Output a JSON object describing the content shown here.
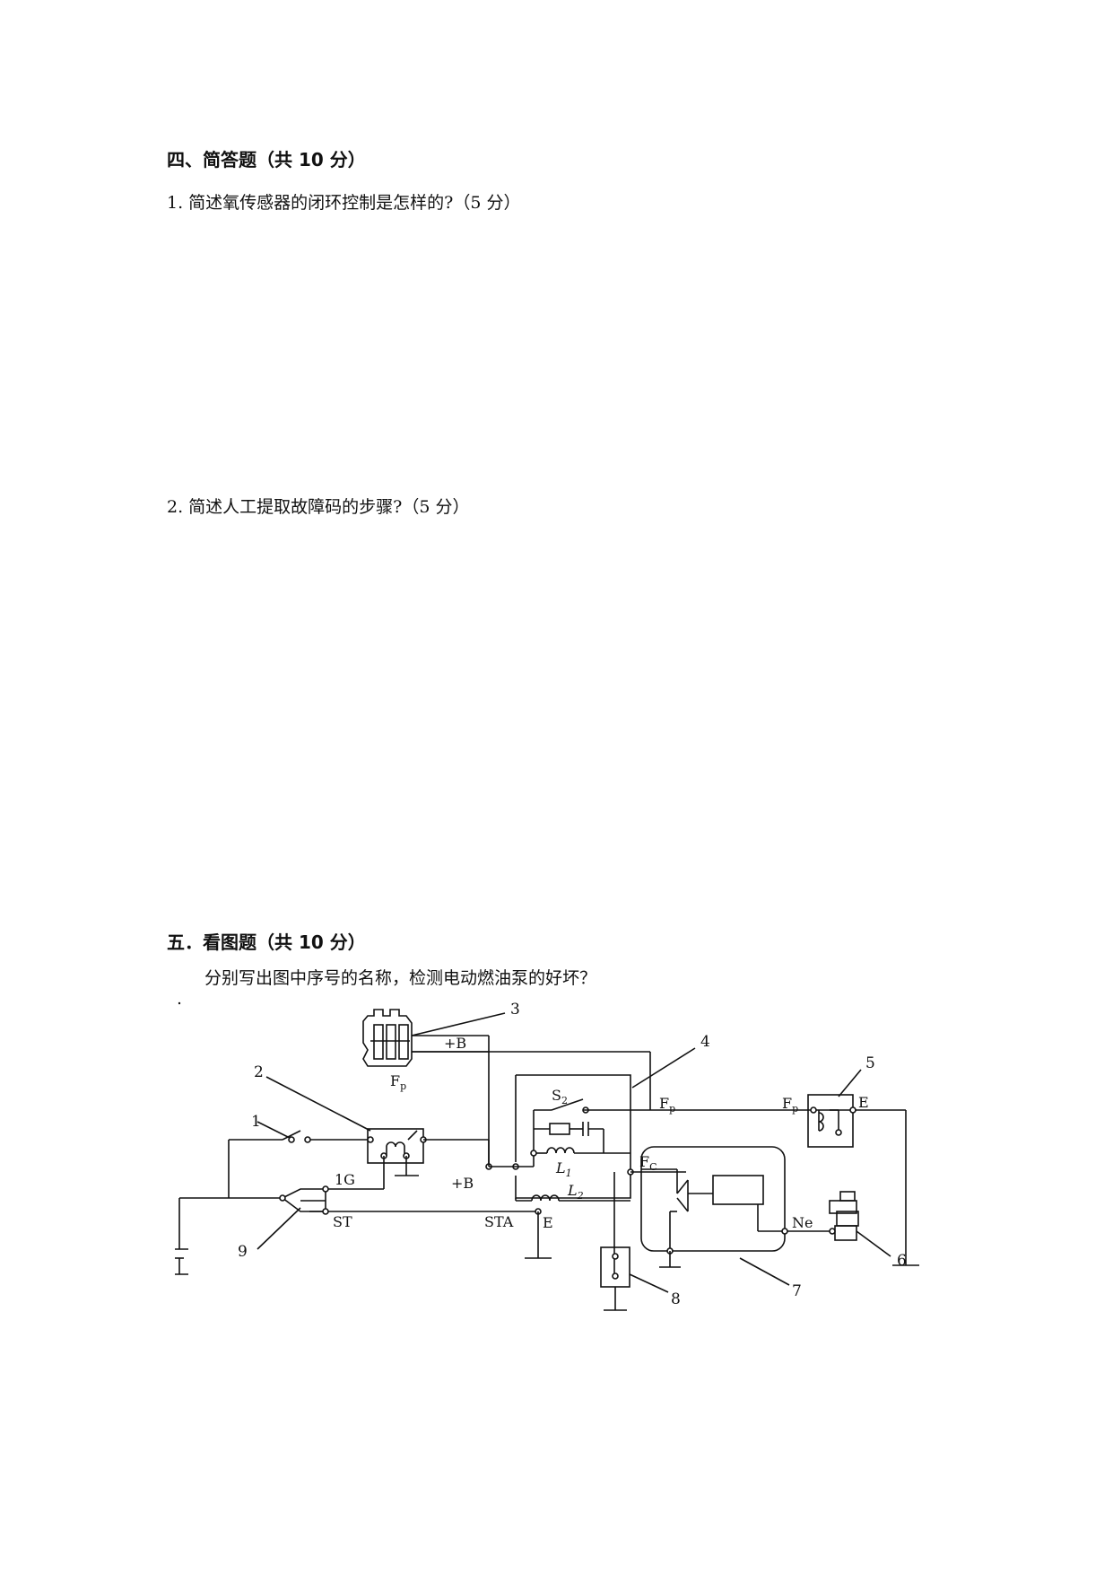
{
  "section4": {
    "heading": "四、简答题（共 10 分）",
    "q1": "1. 简述氧传感器的闭环控制是怎样的?（5 分）",
    "q2": "2. 简述人工提取故障码的步骤?（5 分）"
  },
  "section5": {
    "heading": "五．看图题（共 10 分）",
    "instruction": "分别写出图中序号的名称，检测电动燃油泵的好坏？"
  },
  "diagram": {
    "callouts": [
      "1",
      "2",
      "3",
      "4",
      "5",
      "6",
      "7",
      "8",
      "9"
    ],
    "labels": {
      "plus_b_top": "+B",
      "fp_top": "F",
      "fp_top_sub": "p",
      "s2": "S",
      "s2_sub": "2",
      "fp_mid": "F",
      "fp_mid_sub": "p",
      "fp_right": "F",
      "fp_right_sub": "p",
      "e_right": "E",
      "l1": "L",
      "l1_sub": "1",
      "fc": "F",
      "fc_sub": "C",
      "plus_b_mid": "+B",
      "l2": "L",
      "l2_sub": "2",
      "ig": "1G",
      "st": "ST",
      "sta": "STA",
      "e_mid": "E",
      "ne": "Ne"
    }
  }
}
